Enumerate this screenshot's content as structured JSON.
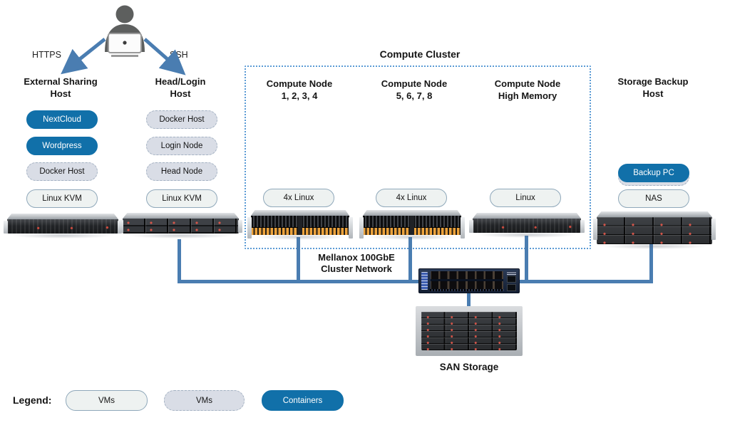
{
  "client": {
    "https_label": "HTTPS",
    "ssh_label": "SSH",
    "icon": "person-at-laptop-icon"
  },
  "cluster": {
    "title": "Compute Cluster"
  },
  "columns": [
    {
      "title_line1": "External Sharing",
      "title_line2": "Host",
      "pills": [
        {
          "label": "NextCloud",
          "type": "container"
        },
        {
          "label": "Wordpress",
          "type": "container"
        },
        {
          "label": "Docker Host",
          "type": "vm-dashed"
        },
        {
          "label": "Linux KVM",
          "type": "vm-solid"
        }
      ],
      "server_icon": "1u-rack-server"
    },
    {
      "title_line1": "Head/Login",
      "title_line2": "Host",
      "pills": [
        {
          "label": "Docker Host",
          "type": "vm-dashed"
        },
        {
          "label": "Login Node",
          "type": "vm-dashed"
        },
        {
          "label": "Head Node",
          "type": "vm-dashed"
        },
        {
          "label": "Linux KVM",
          "type": "vm-solid"
        }
      ],
      "server_icon": "1u-rack-server-drive-bays"
    },
    {
      "title_line1": "Compute Node",
      "title_line2": "1, 2, 3, 4",
      "pills": [
        {
          "label": "4x Linux",
          "type": "vm-solid"
        }
      ],
      "server_icon": "2u-twin-compute-server"
    },
    {
      "title_line1": "Compute Node",
      "title_line2": "5, 6, 7, 8",
      "pills": [
        {
          "label": "4x Linux",
          "type": "vm-solid"
        }
      ],
      "server_icon": "2u-twin-compute-server"
    },
    {
      "title_line1": "Compute Node",
      "title_line2": "High Memory",
      "pills": [
        {
          "label": "Linux",
          "type": "vm-solid"
        }
      ],
      "server_icon": "1u-rack-server"
    },
    {
      "title_line1": "Storage Backup",
      "title_line2": "Host",
      "pills": [
        {
          "label": "Backup PC",
          "type": "container"
        },
        {
          "label": "NAS",
          "type": "vm-solid"
        }
      ],
      "server_icon": "2u-storage-server-12-bay"
    }
  ],
  "network": {
    "label_line1": "Mellanox 100GbE",
    "label_line2": "Cluster Network",
    "switch_icon": "mellanox-100gbe-switch"
  },
  "storage": {
    "san_label": "SAN Storage",
    "icon": "4u-storage-array-24-bay"
  },
  "legend": {
    "title": "Legend:",
    "items": [
      {
        "label": "VMs",
        "type": "vm-solid"
      },
      {
        "label": "VMs",
        "type": "vm-dashed"
      },
      {
        "label": "Containers",
        "type": "container"
      }
    ]
  },
  "colors": {
    "container_blue": "#1170a9",
    "line_blue": "#4a7db1",
    "pill_solid_bg": "#eef2f1",
    "pill_solid_border": "#8fa8ba",
    "pill_dashed_bg": "#d9dde6",
    "pill_dashed_border": "#a3b1c2",
    "cluster_box_border": "#5b9bd5"
  }
}
